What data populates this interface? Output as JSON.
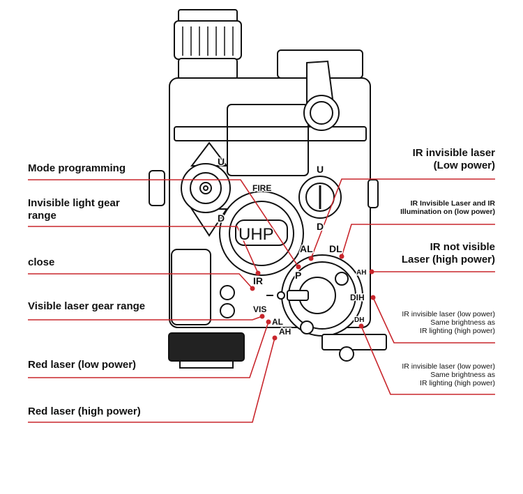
{
  "left_labels": {
    "mode_programming": "Mode programming",
    "invisible_light_1": "Invisible light gear",
    "invisible_light_2": "range",
    "close": "close",
    "visible_laser": "Visible laser gear range",
    "red_low": "Red laser (low power)",
    "red_high": "Red laser (high power)"
  },
  "right_labels": {
    "ir_low_1": "IR invisible laser",
    "ir_low_2": "(Low power)",
    "ir_illum_1": "IR Invisible Laser and IR",
    "ir_illum_2": "Illumination on (low power)",
    "ir_high_1": "IR not visible",
    "ir_high_2": "Laser (high power)",
    "dih_1": "IR invisible laser (low power)",
    "dih_2": "Same brightness as",
    "dih_3": "IR lighting (high power)",
    "dh_1": "IR invisible laser (low power)",
    "dh_2": "Same brightness as",
    "dh_3": "IR lighting (high power)"
  },
  "device_markings": {
    "u1": "U",
    "d1": "D",
    "fire": "FIRE",
    "uhp": "UHP",
    "u2": "U",
    "d2": "D",
    "al": "AL",
    "dl": "DL",
    "ah": "AH",
    "p": "P",
    "ir": "IR",
    "vis": "VIS",
    "dih": "DIH",
    "dh": "DH",
    "al2": "AL",
    "ah2": "AH"
  },
  "colors": {
    "leader": "#c8262c",
    "outline": "#111111"
  }
}
